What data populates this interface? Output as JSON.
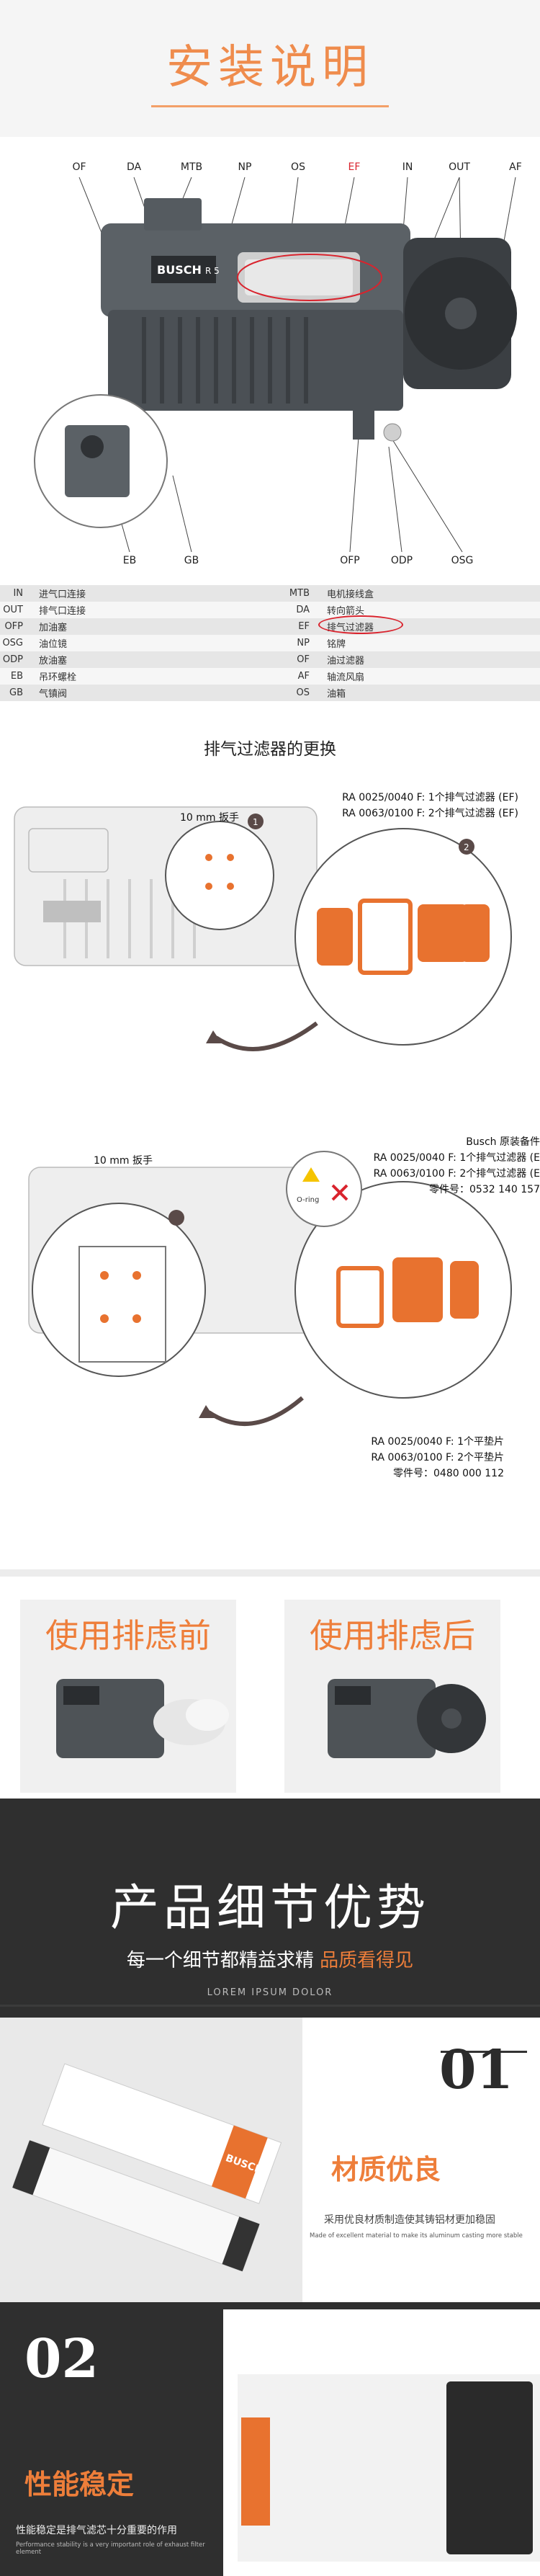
{
  "header": {
    "title": "安装说明"
  },
  "diagram": {
    "callouts": [
      "OF",
      "DA",
      "MTB",
      "NP",
      "OS",
      "EF",
      "IN",
      "OUT",
      "AF",
      "EB",
      "GB",
      "OFP",
      "ODP",
      "OSG"
    ],
    "brand_label": "BUSCH",
    "model_label": "R 5"
  },
  "legend": [
    {
      "c1": "IN",
      "t1": "进气口连接",
      "c2": "MTB",
      "t2": "电机接线盒"
    },
    {
      "c1": "OUT",
      "t1": "排气口连接",
      "c2": "DA",
      "t2": "转向箭头"
    },
    {
      "c1": "OFP",
      "t1": "加油塞",
      "c2": "EF",
      "t2": "排气过滤器"
    },
    {
      "c1": "OSG",
      "t1": "油位镜",
      "c2": "NP",
      "t2": "铭牌"
    },
    {
      "c1": "ODP",
      "t1": "放油塞",
      "c2": "OF",
      "t2": "油过滤器"
    },
    {
      "c1": "EB",
      "t1": "吊环螺栓",
      "c2": "AF",
      "t2": "轴流风扇"
    },
    {
      "c1": "GB",
      "t1": "气镇阀",
      "c2": "OS",
      "t2": "油箱"
    }
  ],
  "filter_section": {
    "title": "排气过滤器的更换",
    "wrench_1": "10 mm 扳手",
    "ef_line_1": "RA 0025/0040 F: 1个排气过滤器 (EF)",
    "ef_line_2": "RA 0063/0100 F: 2个排气过滤器 (EF)",
    "step1": "1",
    "step2": "2",
    "busch_parts_title": "Busch 原装备件",
    "busch_parts_1": "RA 0025/0040 F: 1个排气过滤器 (E",
    "busch_parts_2": "RA 0063/0100 F: 2个排气过滤器 (E",
    "busch_part_no": "零件号：0532 140 157",
    "wrench_2": "10 mm 扳手",
    "oring_label": "O-ring",
    "gasket_1": "RA 0025/0040 F: 1个平垫片",
    "gasket_2": "RA 0063/0100 F: 2个平垫片",
    "gasket_part_no": "零件号：0480 000 112"
  },
  "before_after": {
    "before": "使用排虑前",
    "after": "使用排虑后"
  },
  "detail": {
    "heading": "产品细节优势",
    "subtitle_main": "每一个细节都精益求精",
    "subtitle_accent": "品质看得见",
    "lorem": "LOREM IPSUM DOLOR",
    "f1_num": "01",
    "f1_title": "材质优良",
    "f1_desc": "采用优良材质制造使其铸铝材更加稳固",
    "f1_small": "Made of excellent material to make its aluminum casting more stable",
    "f2_num": "02",
    "f2_title": "性能稳定",
    "f2_desc": "性能稳定是排气滤芯十分重要的作用",
    "f2_small": "Performance stability is a very important role of exhaust filter element",
    "cartridge_brand": "BUSCH"
  },
  "colors": {
    "accent": "#ee7e3a",
    "red": "#d9232d",
    "dark": "#2f2f2f"
  }
}
